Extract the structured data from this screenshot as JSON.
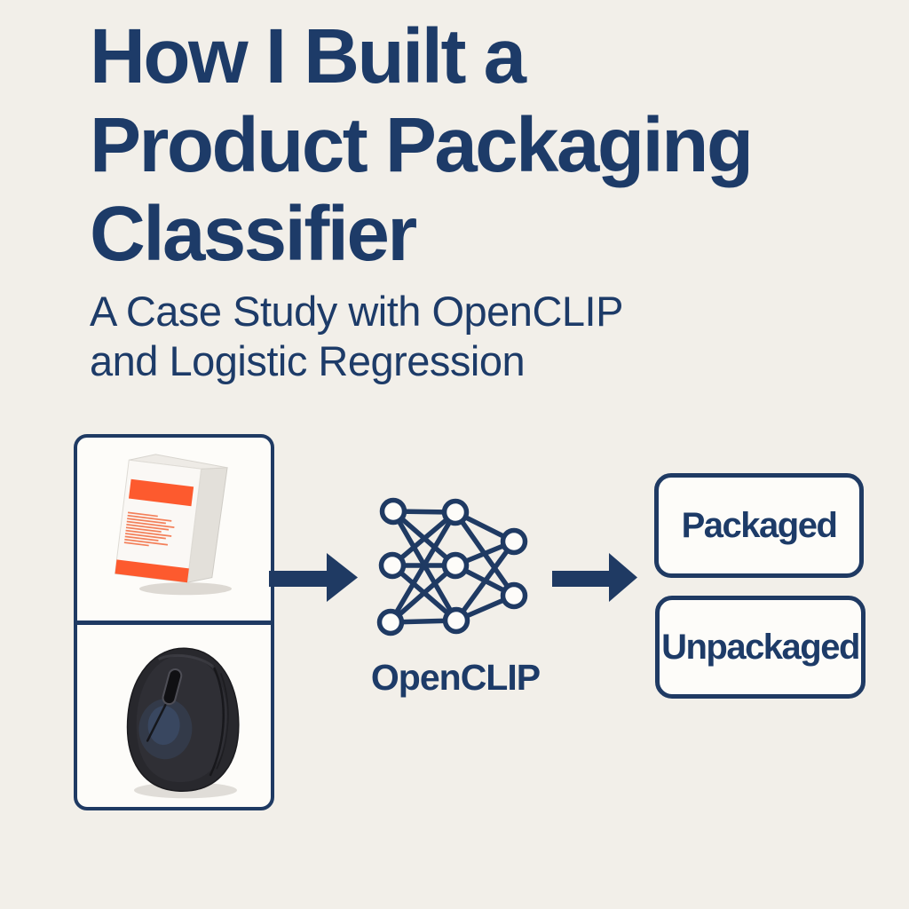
{
  "title": "How I Built a\nProduct Packaging\nClassifier",
  "subtitle": "A Case Study with OpenCLIP\nand Logistic Regression",
  "flow": {
    "inputs": [
      {
        "icon": "boxed-product-illustration",
        "meaning": "packaged example"
      },
      {
        "icon": "computer-mouse-illustration",
        "meaning": "unpackaged example"
      }
    ],
    "model_label": "OpenCLIP",
    "model_icon": "neural-network-icon",
    "arrow_icon": "right-arrow-icon",
    "outputs": [
      {
        "label": "Packaged"
      },
      {
        "label": "Unpackaged"
      }
    ]
  },
  "colors": {
    "background": "#f2efe9",
    "navy": "#1d3b68",
    "stroke_navy": "#1f3a63",
    "orange": "#fd5a2e",
    "orange_light": "#f3744a",
    "panel_fill": "#fdfcf9",
    "mouse_body": "#28282d"
  }
}
